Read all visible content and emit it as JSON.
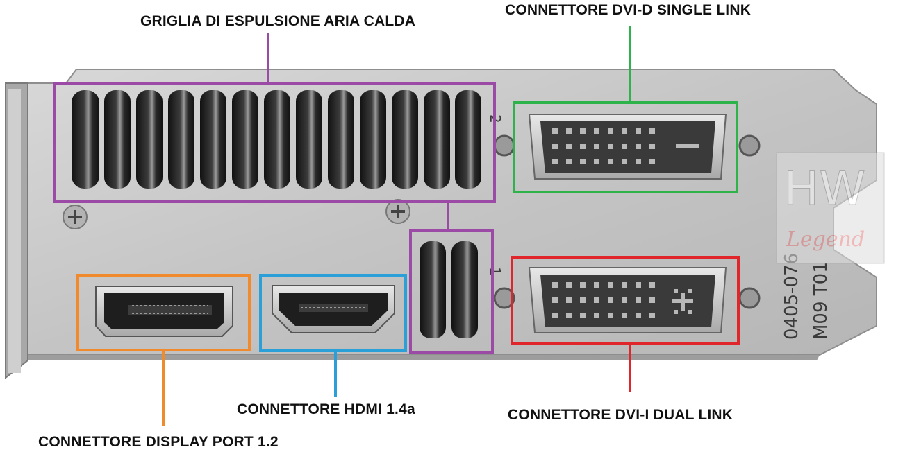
{
  "labels": {
    "vent_grille": "GRIGLIA DI ESPULSIONE ARIA CALDA",
    "dvi_d_single": "CONNETTORE DVI-D SINGLE LINK",
    "dvi_i_dual": "CONNETTORE DVI-I DUAL LINK",
    "hdmi": "CONNETTORE HDMI 1.4a",
    "displayport": "CONNETTORE DISPLAY PORT 1.2"
  },
  "bracket_markings": {
    "port_number_top": "2",
    "port_number_bottom": "1",
    "part_code_line1": "0405-076",
    "part_code_line2": "M09  T01"
  },
  "watermark": {
    "logo": "HW",
    "text": "Legend"
  },
  "colors": {
    "vent_grille": "#9b4aa6",
    "dvi_d_single": "#2db34a",
    "dvi_i_dual": "#e0262b",
    "hdmi": "#2a9fd8",
    "displayport": "#f08a2c",
    "bracket_metal": "#c9c9c9"
  }
}
